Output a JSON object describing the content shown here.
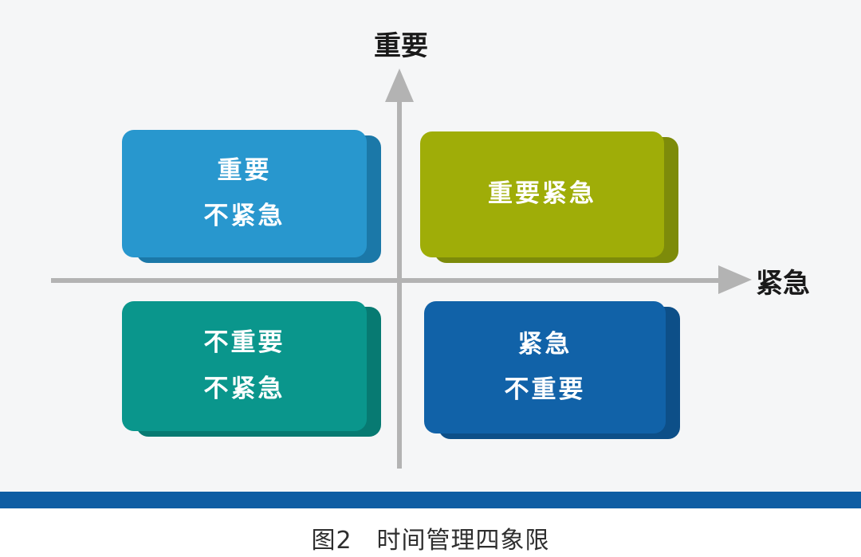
{
  "figure": {
    "background_color": "#f5f6f7",
    "axes": {
      "y_label": "重要",
      "x_label": "紧急",
      "axis_color": "#b3b3b3"
    },
    "quadrants": [
      {
        "id": "important-not-urgent",
        "position": "top-left",
        "lines": [
          "重要",
          "不紧急"
        ],
        "color": "#2897ce",
        "edge_color": "#1b78a8",
        "text_color": "#ffffff"
      },
      {
        "id": "important-urgent",
        "position": "top-right",
        "lines": [
          "重要紧急"
        ],
        "color": "#9fad08",
        "edge_color": "#7d8b0a",
        "text_color": "#ffffff"
      },
      {
        "id": "not-important-not-urgent",
        "position": "bottom-left",
        "lines": [
          "不重要",
          "不紧急"
        ],
        "color": "#0a968c",
        "edge_color": "#077a72",
        "text_color": "#ffffff"
      },
      {
        "id": "urgent-not-important",
        "position": "bottom-right",
        "lines": [
          "紧急",
          "不重要"
        ],
        "color": "#1162a8",
        "edge_color": "#0d4f88",
        "text_color": "#ffffff"
      }
    ],
    "divider_color": "#0f5da3",
    "caption": "图2　时间管理四象限"
  }
}
